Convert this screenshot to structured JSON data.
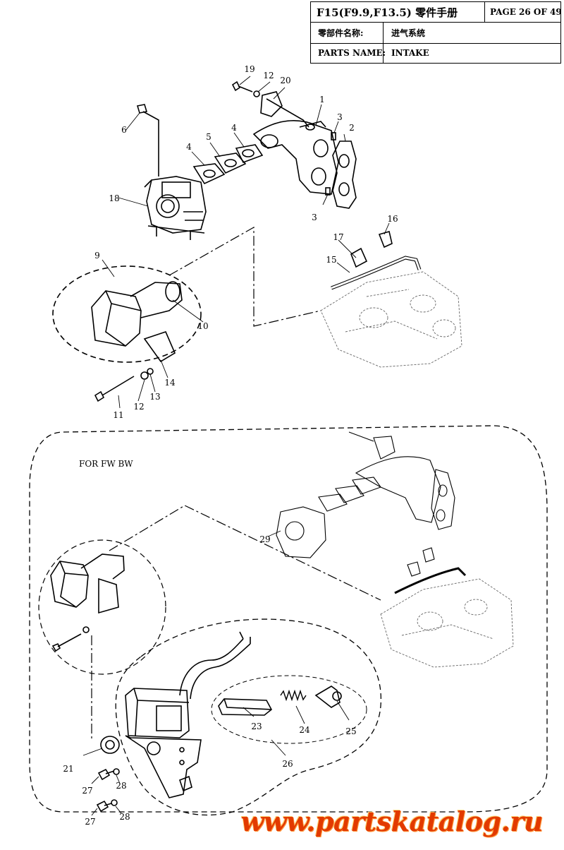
{
  "header": {
    "model_title": "F15(F9.9,F13.5) 零件手册",
    "page_label": "PAGE 26 OF 49",
    "name_cn_label": "零部件名称:",
    "name_cn_value": "进气系统",
    "name_en_label": "PARTS NAME:",
    "name_en_value": "INTAKE"
  },
  "diagram": {
    "variant_label": "FOR FW BW",
    "callouts": [
      "1",
      "2",
      "3",
      "3",
      "4",
      "4",
      "5",
      "6",
      "9",
      "10",
      "11",
      "12",
      "12",
      "13",
      "14",
      "15",
      "16",
      "17",
      "18",
      "19",
      "20",
      "21",
      "23",
      "24",
      "25",
      "26",
      "27",
      "27",
      "28",
      "28",
      "29"
    ]
  },
  "watermark": "www.partskatalog.ru"
}
